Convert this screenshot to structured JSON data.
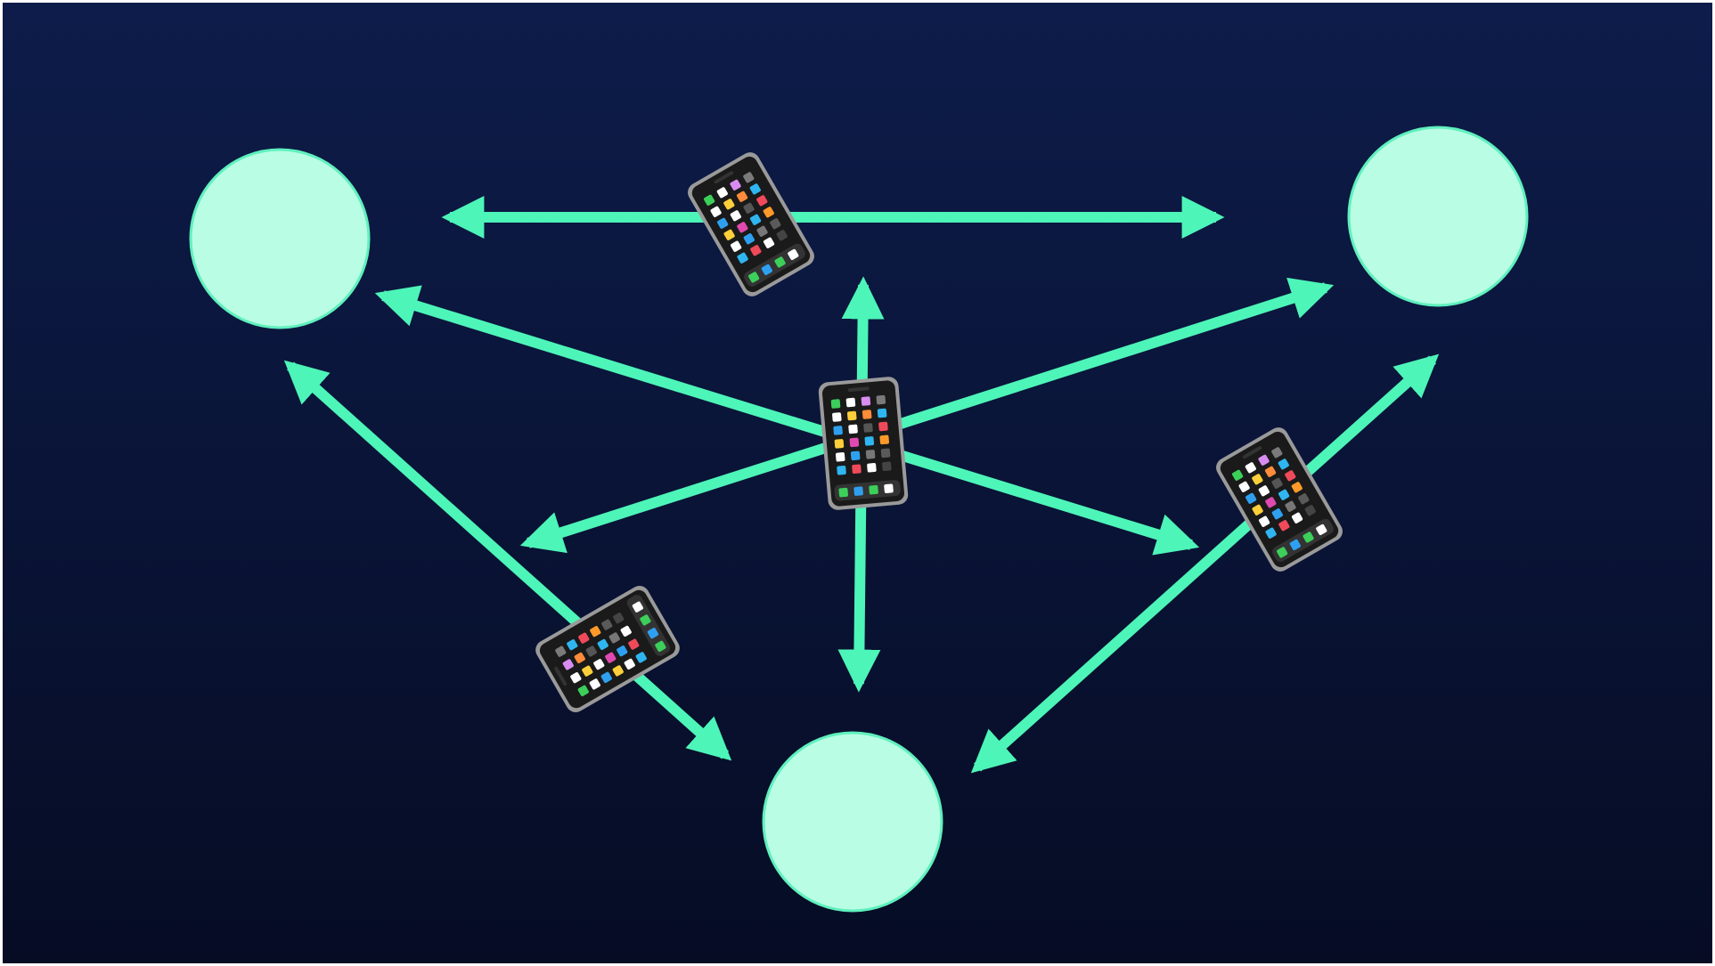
{
  "diagram": {
    "colors": {
      "background_top": "#0d1c4a",
      "background_bottom": "#060c24",
      "node_fill": "#b8fde4",
      "node_stroke": "#5ff0bd",
      "arrow": "#4df5b8",
      "phone_body": "#1a1a1a",
      "phone_frame": "#9a9a9a"
    },
    "nodes": [
      {
        "id": "node-top-left"
      },
      {
        "id": "node-top-right"
      },
      {
        "id": "node-bottom"
      }
    ],
    "arrows": [
      {
        "id": "arrow-top-horizontal",
        "heads": "both"
      },
      {
        "id": "arrow-center-vertical",
        "heads": "both"
      },
      {
        "id": "arrow-diagonal-tl-to-br",
        "heads": "both"
      },
      {
        "id": "arrow-diagonal-bl-to-tr",
        "heads": "both"
      },
      {
        "id": "arrow-left-side",
        "heads": "both"
      },
      {
        "id": "arrow-right-side",
        "heads": "both"
      }
    ],
    "icons": [
      {
        "id": "phone-icon-top",
        "icon": "smartphone-icon"
      },
      {
        "id": "phone-icon-center",
        "icon": "smartphone-icon"
      },
      {
        "id": "phone-icon-left",
        "icon": "smartphone-icon"
      },
      {
        "id": "phone-icon-right",
        "icon": "smartphone-icon"
      }
    ]
  }
}
